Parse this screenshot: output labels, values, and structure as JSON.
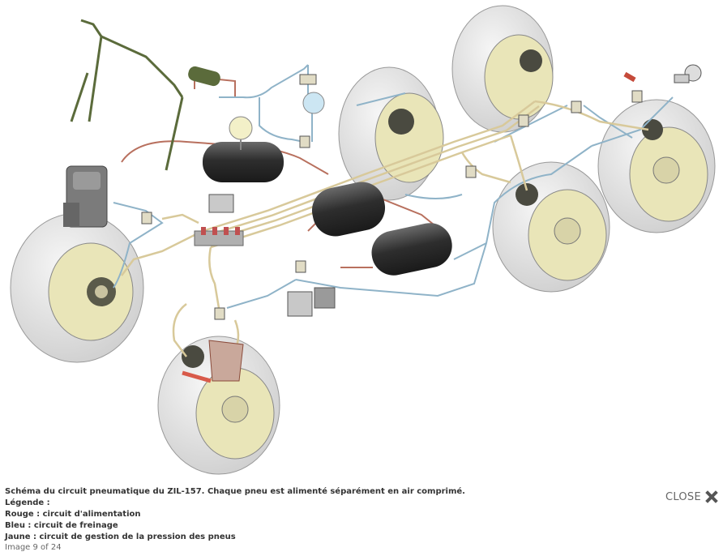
{
  "caption": {
    "line1": "Schéma du circuit pneumatique du ZIL-157. Chaque pneu est alimenté séparément en air comprimé.",
    "line2": "Légende :",
    "line3": "Rouge : circuit d'alimentation",
    "line4": "Bleu : circuit de freinage",
    "line5": "Jaune : circuit de gestion de la pression des pneus"
  },
  "counter": "Image 9 of 24",
  "close_label": "CLOSE",
  "icons": {
    "close": "close-x-icon"
  },
  "colors": {
    "supply_line": "#b8705e",
    "brake_line": "#8fb3c8",
    "pressure_line": "#d8c99a",
    "tire": "#e6e6e6",
    "hub": "#e8e4b5",
    "tank": "#2f2f2f"
  }
}
